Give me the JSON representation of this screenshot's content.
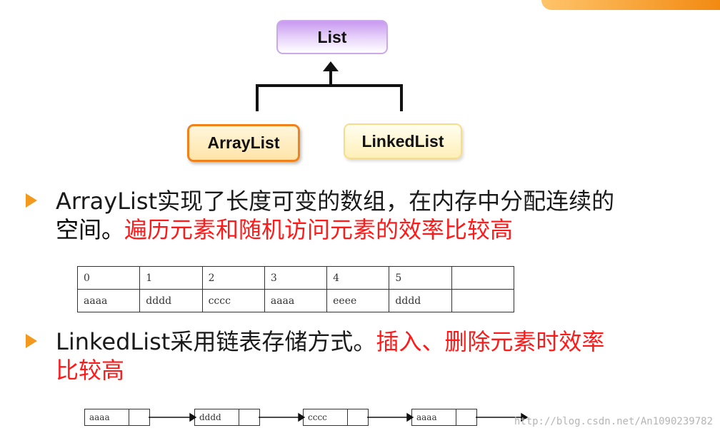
{
  "diagram": {
    "parent": "List",
    "children": [
      "ArrayList",
      "LinkedList"
    ]
  },
  "bullets": [
    {
      "line1": "ArrayList实现了长度可变的数组，在内存中分配连续的",
      "line2_black": "空间。",
      "line2_red": "遍历元素和随机访问元素的效率比较高"
    },
    {
      "line1_black": "LinkedList采用链表存储方式。",
      "line1_red": "插入、删除元素时效率",
      "line2_red": "比较高"
    }
  ],
  "array_table": {
    "indices": [
      "0",
      "1",
      "2",
      "3",
      "4",
      "5",
      ""
    ],
    "values": [
      "aaaa",
      "dddd",
      "cccc",
      "aaaa",
      "eeee",
      "dddd",
      ""
    ]
  },
  "linked_list": [
    "aaaa",
    "dddd",
    "cccc",
    "aaaa"
  ],
  "watermark": "http://blog.csdn.net/An1090239782",
  "colors": {
    "accent_orange": "#f28a12",
    "highlight_red": "#ff1a1a",
    "bullet_orange": "#f39a1e"
  }
}
